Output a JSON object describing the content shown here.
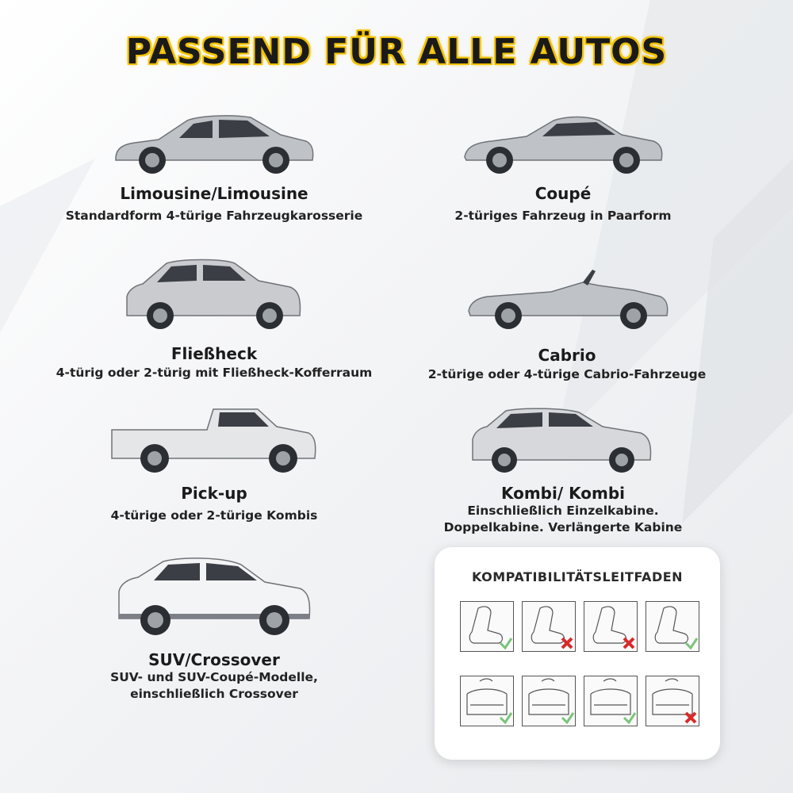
{
  "title": "PASSEND FÜR ALLE AUTOS",
  "colors": {
    "title_glow": "#f2c200",
    "check": "#7cc47a",
    "cross": "#d82a2a",
    "car_body": "#bfc2c6"
  },
  "cars": [
    {
      "name": "Limousine/Limousine",
      "desc": [
        "Standardform 4-türige Fahrzeugkarosserie"
      ]
    },
    {
      "name": "Coupé",
      "desc": [
        "2-türiges Fahrzeug in Paarform"
      ]
    },
    {
      "name": "Fließheck",
      "desc": [
        "4-türig oder 2-türig mit Fließheck-Kofferraum"
      ]
    },
    {
      "name": "Cabrio",
      "desc": [
        "2-türige oder 4-türige Cabrio-Fahrzeuge"
      ]
    },
    {
      "name": "Pick-up",
      "desc": [
        "4-türige oder 2-türige Kombis"
      ]
    },
    {
      "name": "Kombi/ Kombi",
      "desc": [
        "Einschließlich Einzelkabine.",
        "Doppelkabine. Verlängerte Kabine"
      ]
    },
    {
      "name": "SUV/Crossover",
      "desc": [
        "SUV- und SUV-Coupé-Modelle,",
        "einschließlich Crossover"
      ]
    }
  ],
  "guide": {
    "title": "KOMPATIBILITÄTSLEITFADEN",
    "front_seats": [
      "check",
      "cross",
      "cross",
      "check"
    ],
    "rear_seats": [
      "check",
      "check",
      "check",
      "cross"
    ]
  }
}
